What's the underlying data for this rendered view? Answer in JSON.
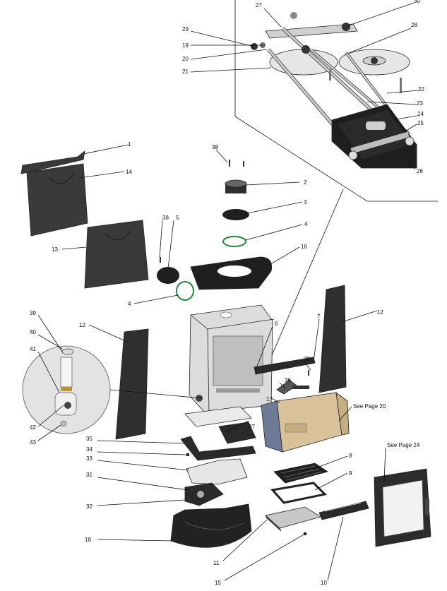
{
  "labels": {
    "n1": "1",
    "n2": "2",
    "n3": "3",
    "n4a": "4",
    "n4b": "4",
    "n5": "5",
    "n6": "6",
    "n7": "7",
    "n8": "8",
    "n9": "9",
    "n10": "10",
    "n11": "11",
    "n12a": "12",
    "n12b": "12",
    "n13": "13",
    "n14": "14",
    "n15": "15",
    "n16": "16",
    "n17": "17",
    "n18": "18",
    "n19": "19",
    "n20": "20",
    "n21": "21",
    "n22": "22",
    "n23": "23",
    "n24": "24",
    "n25": "25",
    "n26": "26",
    "n27": "27",
    "n28": "28",
    "n29": "29",
    "n30": "30",
    "n31": "31",
    "n32": "32",
    "n33": "33",
    "n34": "34",
    "n35": "35",
    "n36": "36",
    "n37": "37",
    "n38a": "38",
    "n38b": "38",
    "n38c": "38",
    "n39": "39",
    "n40": "40",
    "n41": "41",
    "n42": "42",
    "n43": "43"
  },
  "notes": {
    "see_page_20": "See Page 20",
    "see_page_24": "See Page 24"
  },
  "colors": {
    "dark_panel": "#3a3a3a",
    "steel": "#c8c8c8",
    "light_steel": "#e6e6e6",
    "liner": "#d9c29a",
    "gasket": "#1f8a3a",
    "glass_tint": "#f2f2f2"
  }
}
